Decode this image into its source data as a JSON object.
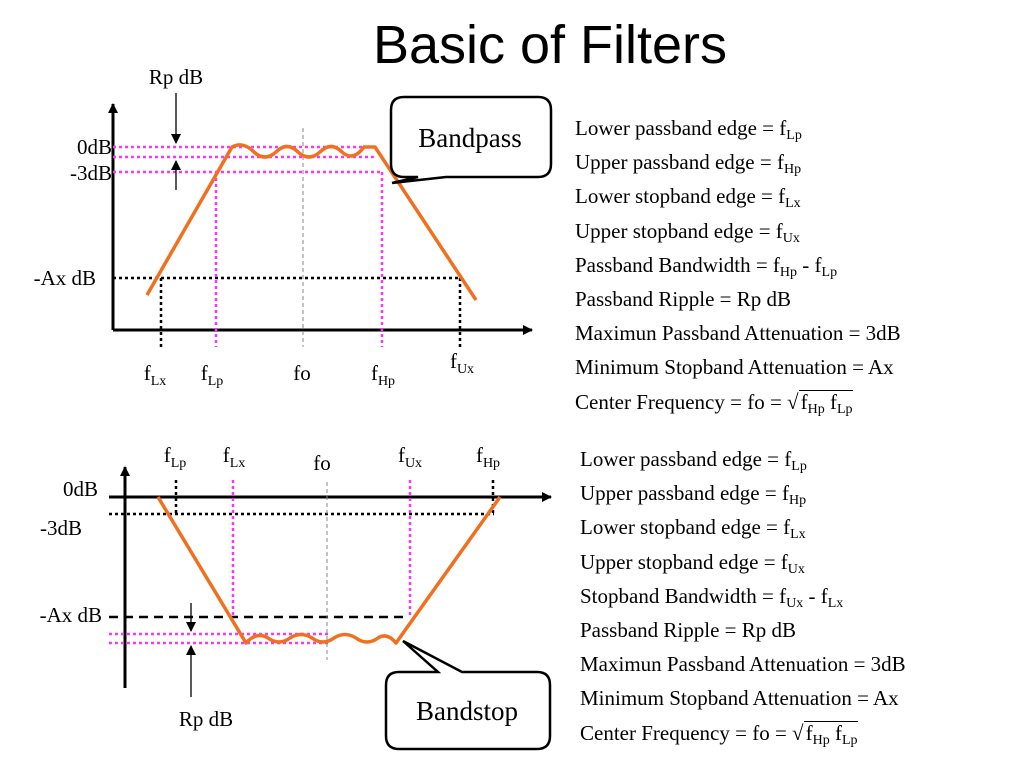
{
  "title": "Basic of Filters",
  "colors": {
    "response": "#f07020",
    "edges": "#ff33ff",
    "axis": "#000000",
    "center": "#888888"
  },
  "bandpass": {
    "callout": "Bandpass",
    "ripple_label": "Rp dB",
    "y_labels": {
      "zero": "0dB",
      "minus3": "-3dB",
      "ax": "-Ax dB"
    },
    "freq_labels": {
      "flx": {
        "base": "f",
        "sub": "Lx"
      },
      "flp": {
        "base": "f",
        "sub": "Lp"
      },
      "fo": "fo",
      "fhp": {
        "base": "f",
        "sub": "Hp"
      },
      "fux": {
        "base": "f",
        "sub": "Ux"
      }
    },
    "specs": [
      {
        "text": "Lower passband edge = f",
        "sub": "Lp"
      },
      {
        "text": "Upper passband edge = f",
        "sub": "Hp"
      },
      {
        "text": "Lower stopband edge = f",
        "sub": "Lx"
      },
      {
        "text": "Upper stopband edge = f",
        "sub": "Ux"
      },
      {
        "text": "Passband Bandwidth = f",
        "sub": "Hp",
        "text2": " - f",
        "sub2": "Lp"
      },
      {
        "text": "Passband Ripple = Rp dB"
      },
      {
        "text": "Maximun Passband Attenuation = 3dB"
      },
      {
        "text": "Minimum Stopband Attenuation = Ax"
      },
      {
        "text": "Center Frequency = fo = √",
        "sqrt": {
          "a": "f",
          "a_sub": "Hp",
          "b": " f",
          "b_sub": "Lp"
        }
      }
    ]
  },
  "bandstop": {
    "callout": "Bandstop",
    "ripple_label": "Rp dB",
    "y_labels": {
      "zero": "0dB",
      "minus3": "-3dB",
      "ax": "-Ax dB"
    },
    "freq_labels": {
      "flp": {
        "base": "f",
        "sub": "Lp"
      },
      "flx": {
        "base": "f",
        "sub": "Lx"
      },
      "fo": "fo",
      "fux": {
        "base": "f",
        "sub": "Ux"
      },
      "fhp": {
        "base": "f",
        "sub": "Hp"
      }
    },
    "specs": [
      {
        "text": "Lower passband edge = f",
        "sub": "Lp"
      },
      {
        "text": "Upper passband edge = f",
        "sub": "Hp"
      },
      {
        "text": "Lower stopband edge = f",
        "sub": "Lx"
      },
      {
        "text": "Upper stopband edge = f",
        "sub": "Ux"
      },
      {
        "text": "Stopband Bandwidth = f",
        "sub": "Ux",
        "text2": " - f",
        "sub2": "Lx"
      },
      {
        "text": "Passband Ripple = Rp dB"
      },
      {
        "text": "Maximun Passband Attenuation = 3dB"
      },
      {
        "text": "Minimum Stopband Attenuation = Ax"
      },
      {
        "text": "Center Frequency = fo = √",
        "sqrt": {
          "a": "f",
          "a_sub": "Hp",
          "b": " f",
          "b_sub": "Lp"
        }
      }
    ]
  }
}
